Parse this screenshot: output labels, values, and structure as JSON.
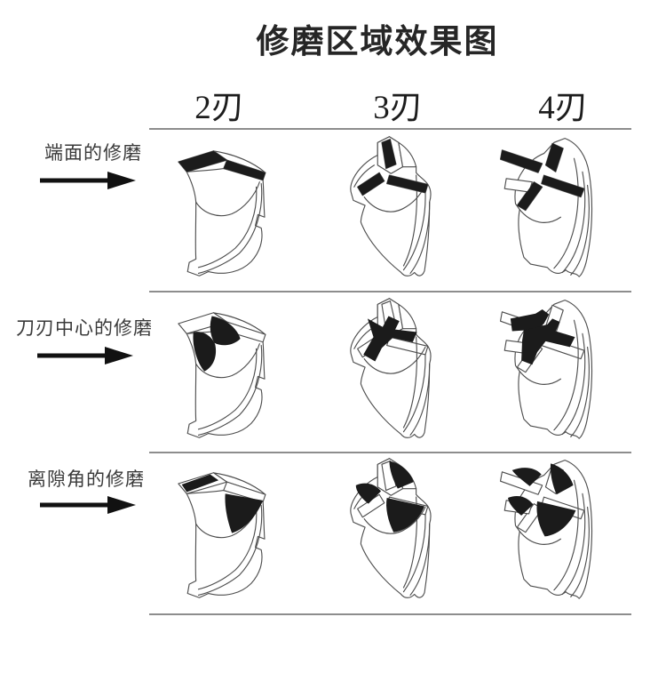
{
  "title": "修磨区域效果图",
  "columns": [
    {
      "id": "flute-2",
      "label": "2刃"
    },
    {
      "id": "flute-3",
      "label": "3刃"
    },
    {
      "id": "flute-4",
      "label": "4刃"
    }
  ],
  "rows": [
    {
      "id": "end-face",
      "label": "端面的修磨"
    },
    {
      "id": "blade-center",
      "label": "刀刃中心的修磨"
    },
    {
      "id": "clearance-angle",
      "label": "离隙角的修磨"
    }
  ],
  "cells": [
    {
      "row": "端面的修磨",
      "column": "2刃",
      "description": "2刃 端面的修磨"
    },
    {
      "row": "端面的修磨",
      "column": "3刃",
      "description": "3刃 端面的修磨"
    },
    {
      "row": "端面的修磨",
      "column": "4刃",
      "description": "4刃 端面的修磨"
    },
    {
      "row": "刀刃中心的修磨",
      "column": "2刃",
      "description": "2刃 刀刃中心的修磨"
    },
    {
      "row": "刀刃中心的修磨",
      "column": "3刃",
      "description": "3刃 刀刃中心的修磨"
    },
    {
      "row": "刀刃中心的修磨",
      "column": "4刃",
      "description": "4刃 刀刃中心的修磨"
    },
    {
      "row": "离隙角的修磨",
      "column": "2刃",
      "description": "2刃 离隙角的修磨"
    },
    {
      "row": "离隙角的修磨",
      "column": "3刃",
      "description": "3刃 离隙角的修磨"
    },
    {
      "row": "离隙角的修磨",
      "column": "4刃",
      "description": "4刃 离隙角的修磨"
    }
  ],
  "colors": {
    "highlight": "#1b1b1b",
    "outline": "#4d4d4d",
    "separator": "#8d8d8d",
    "title_text": "#262626",
    "label_text": "#3a3a3a"
  }
}
